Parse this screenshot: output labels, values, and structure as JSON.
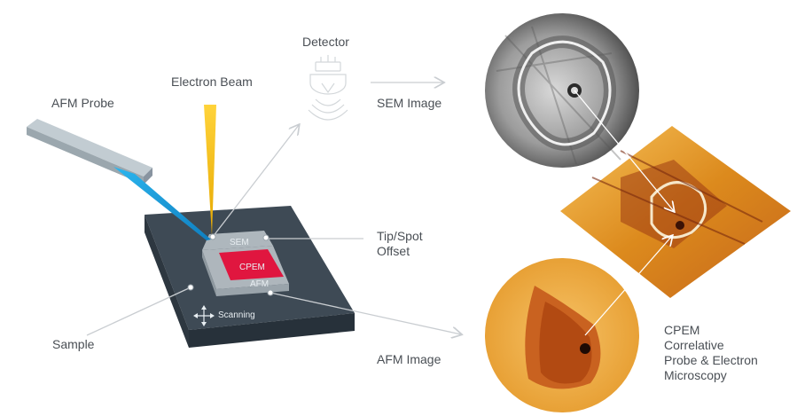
{
  "labels": {
    "afm_probe": "AFM Probe",
    "electron_beam": "Electron Beam",
    "detector": "Detector",
    "sem_image": "SEM Image",
    "tip_spot_offset_line1": "Tip/Spot",
    "tip_spot_offset_line2": "Offset",
    "sample": "Sample",
    "afm_image": "AFM Image",
    "cpem_lines": [
      "CPEM",
      "Correlative",
      "Probe & Electron",
      "Microscopy"
    ]
  },
  "stage_labels": {
    "sem": "SEM",
    "cpem": "CPEM",
    "afm": "AFM",
    "scanning": "Scanning"
  },
  "colors": {
    "sample_top": "#3e4a55",
    "sample_side": "#2d3740",
    "stage_box": "#b4bcc2",
    "cpem_red": "#e0163f",
    "beam_yellow": "#f4c21a",
    "probe_beam_blue": "#1fa3df",
    "probe_gray": "#a9b5bc",
    "arrow_gray": "#c9cdd1",
    "text_gray": "#4a4f55"
  },
  "icons": [
    "scanning-arrows-icon",
    "detector-icon"
  ]
}
